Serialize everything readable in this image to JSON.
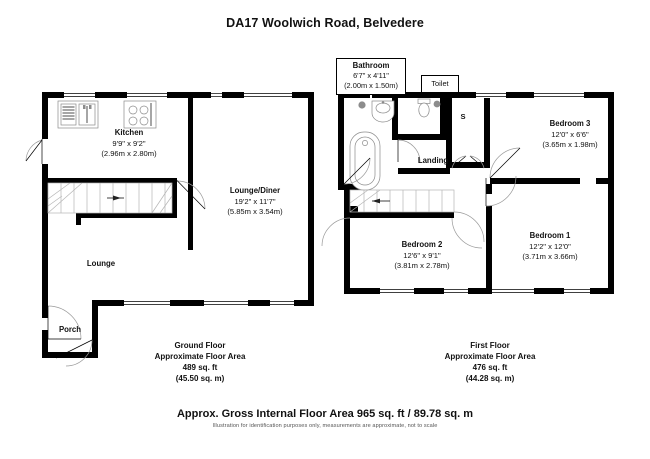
{
  "header": {
    "title": "DA17 Woolwich Road, Belvedere"
  },
  "footer": {
    "gross_area": "Approx. Gross Internal Floor Area 965 sq. ft / 89.78 sq. m",
    "disclaimer": "Illustration for identification purposes only, measurements are approximate, not to scale"
  },
  "floors": [
    {
      "id": "ground",
      "caption_name": "Ground Floor",
      "caption_area_label": "Approximate Floor Area",
      "caption_sqft": "489 sq. ft",
      "caption_sqm": "(45.50 sq. m)",
      "rooms": [
        {
          "name": "Kitchen",
          "dim_imperial": "9'9\" x 9'2\"",
          "dim_metric": "(2.96m x 2.80m)"
        },
        {
          "name": "Lounge/Diner",
          "dim_imperial": "19'2\" x 11'7\"",
          "dim_metric": "(5.85m x 3.54m)"
        }
      ],
      "plain_rooms": [
        {
          "name": "Lounge"
        },
        {
          "name": "Porch"
        }
      ]
    },
    {
      "id": "first",
      "caption_name": "First Floor",
      "caption_area_label": "Approximate Floor Area",
      "caption_sqft": "476 sq. ft",
      "caption_sqm": "(44.28 sq. m)",
      "rooms": [
        {
          "name": "Bathroom",
          "dim_imperial": "6'7\" x 4'11\"",
          "dim_metric": "(2.00m x 1.50m)"
        },
        {
          "name": "Bedroom 3",
          "dim_imperial": "12'0\" x 6'6\"",
          "dim_metric": "(3.65m x 1.98m)"
        },
        {
          "name": "Bedroom 1",
          "dim_imperial": "12'2\" x 12'0\"",
          "dim_metric": "(3.71m x 3.66m)"
        },
        {
          "name": "Bedroom 2",
          "dim_imperial": "12'6\" x 9'1\"",
          "dim_metric": "(3.81m x 2.78m)"
        }
      ],
      "plain_rooms": [
        {
          "name": "Landing"
        }
      ],
      "boxed_rooms": [
        {
          "name": "Toilet"
        }
      ],
      "markers": [
        {
          "name": "S"
        }
      ]
    }
  ],
  "colors": {
    "wall": "#000000",
    "background": "#ffffff",
    "text": "#111111",
    "fixture_stroke": "#8c8c8c",
    "stair_stroke": "#b5b5b5",
    "door_arc": "#9a9a9a"
  }
}
